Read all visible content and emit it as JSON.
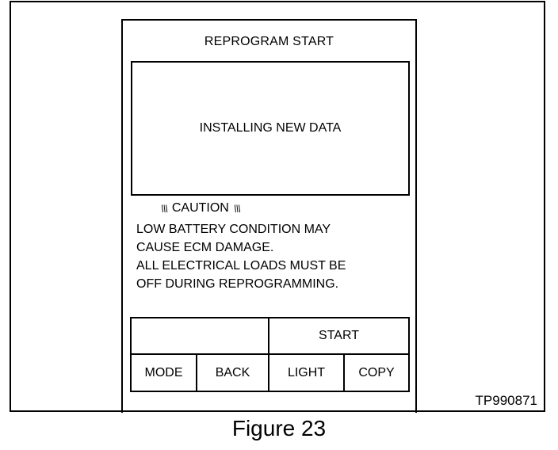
{
  "screen": {
    "title": "REPROGRAM START",
    "display_text": "INSTALLING NEW DATA",
    "caution": {
      "heading": "CAUTION",
      "lines": [
        "LOW BATTERY CONDITION MAY",
        "CAUSE ECM DAMAGE.",
        "ALL ELECTRICAL LOADS MUST BE",
        "OFF DURING REPROGRAMMING."
      ]
    }
  },
  "softkeys": {
    "top_right": "START",
    "mode": "MODE",
    "back": "BACK",
    "light": "LIGHT",
    "copy": "COPY"
  },
  "reference_code": "TP990871",
  "caption": "Figure 23"
}
